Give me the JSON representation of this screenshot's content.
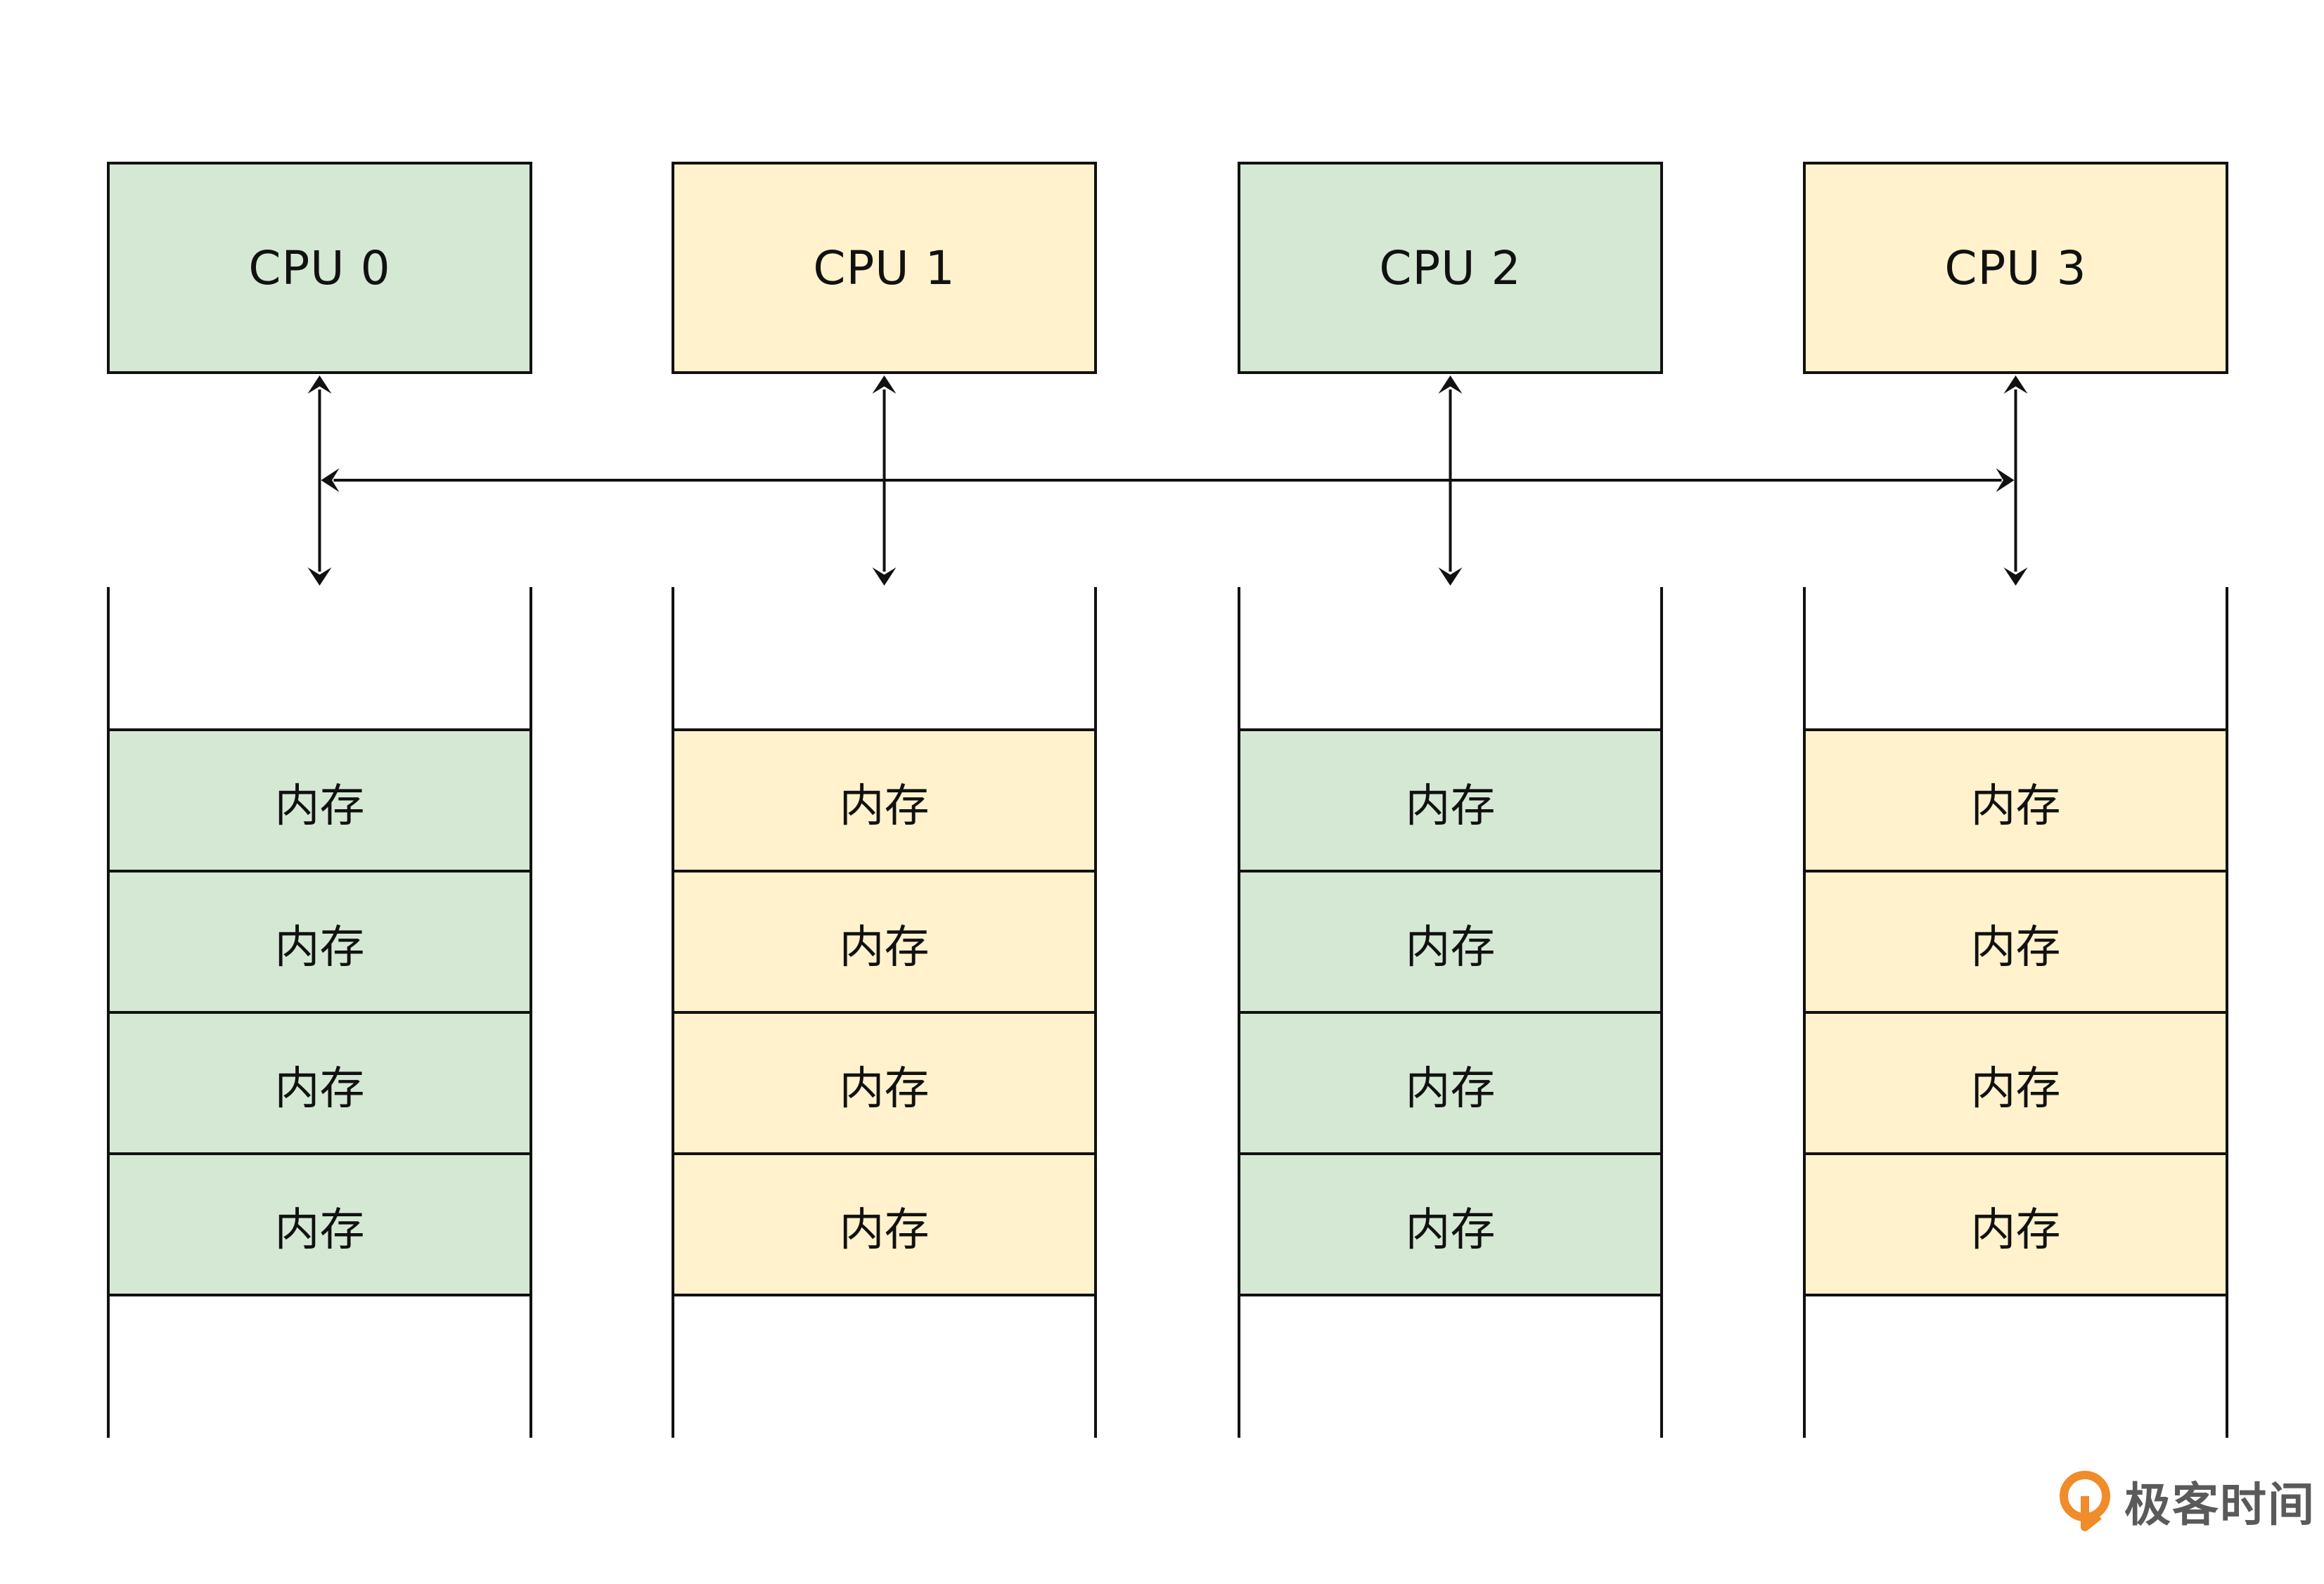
{
  "colors": {
    "green_fill": "#d5e8d4",
    "yellow_fill": "#fff2cc",
    "stroke": "#111111",
    "brand_orange": "#f08c2a"
  },
  "cpus": [
    {
      "label": "CPU 0",
      "fill": "green"
    },
    {
      "label": "CPU 1",
      "fill": "yellow"
    },
    {
      "label": "CPU 2",
      "fill": "green"
    },
    {
      "label": "CPU 3",
      "fill": "yellow"
    }
  ],
  "memory_label": "内存",
  "memory_cells_per_node": 4,
  "brand": {
    "text": "极客时间",
    "icon": "geektime-logo-icon"
  }
}
